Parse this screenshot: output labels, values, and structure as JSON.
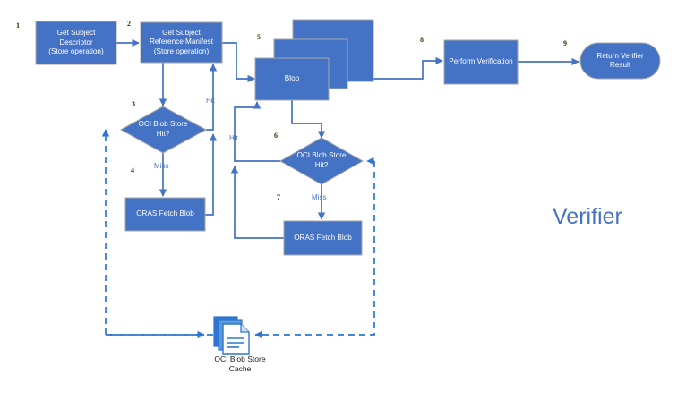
{
  "diagram": {
    "title": "Verifier",
    "title_color": "#4472C4",
    "node_fill": "#4472C4",
    "node_stroke": "#A6A6A6",
    "connector_color": "#4472C4",
    "dashed_color": "#2E75D4",
    "nodes": [
      {
        "id": "n1",
        "num": "1",
        "label": "Get Subject\nDescriptor\n(Store operation)",
        "shape": "rect"
      },
      {
        "id": "n2",
        "num": "2",
        "label": "Get Subject\nReference Manifest\n(Store operation)",
        "shape": "rect"
      },
      {
        "id": "n3",
        "num": "3",
        "label": "OCI Blob Store\nHit?",
        "shape": "diamond"
      },
      {
        "id": "n4",
        "num": "4",
        "label": "ORAS Fetch Blob",
        "shape": "rect"
      },
      {
        "id": "n5",
        "num": "5",
        "label": "Blob",
        "shape": "stacked-rect"
      },
      {
        "id": "n6",
        "num": "6",
        "label": "OCI Blob Store\nHit?",
        "shape": "diamond"
      },
      {
        "id": "n7",
        "num": "7",
        "label": "ORAS Fetch Blob",
        "shape": "rect"
      },
      {
        "id": "n8",
        "num": "8",
        "label": "Perform Verification",
        "shape": "rect"
      },
      {
        "id": "n9",
        "num": "9",
        "label": "Return Verifier\nResult",
        "shape": "rounded-pill"
      }
    ],
    "edge_labels": [
      {
        "id": "e-hit-1",
        "text": "Hit"
      },
      {
        "id": "e-miss-1",
        "text": "Miss"
      },
      {
        "id": "e-hit-2",
        "text": "Hit"
      },
      {
        "id": "e-miss-2",
        "text": "Miss"
      }
    ],
    "cache": {
      "label": "OCI Blob Store\nCache",
      "icon": "document-stack-icon",
      "icon_color": "#2E75D4",
      "icon_fill": "#FFFFFF"
    }
  }
}
